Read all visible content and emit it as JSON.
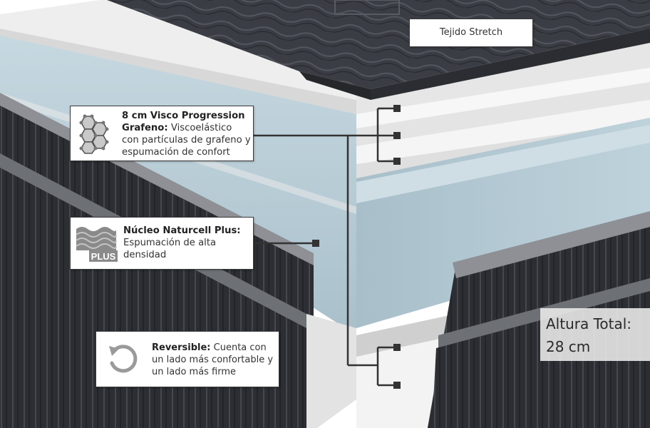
{
  "labels": {
    "tejido": {
      "text": "Tejido Stretch"
    },
    "visco": {
      "title": "8 cm Visco Progression Grafeno:",
      "description": "Viscoelástico con partículas de grafeno y espumación de confort",
      "icon": "graphene-hexagon-icon"
    },
    "nucleo": {
      "title": "Núcleo Naturcell Plus:",
      "description": "Espumación de alta densidad",
      "icon": "foam-plus-icon",
      "badge": "PLUS"
    },
    "reversible": {
      "title": "Reversible:",
      "description": "Cuenta con un lado más confortable y un lado más firme",
      "icon": "rotate-icon"
    },
    "altura": {
      "label": "Altura Total:",
      "value": "28 cm"
    }
  },
  "colors": {
    "fabric_dark": "#2e3035",
    "foam_blue": "#b8cdd7",
    "layer_white": "#f4f4f4",
    "border_gray": "#9a9a9a"
  }
}
